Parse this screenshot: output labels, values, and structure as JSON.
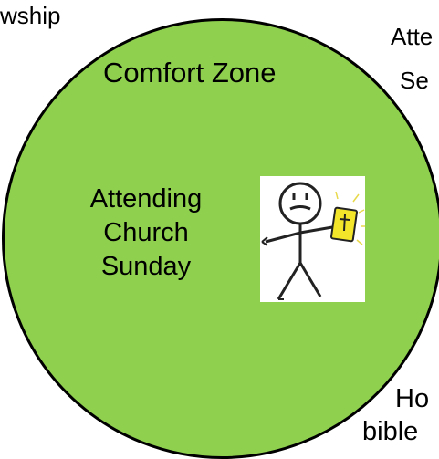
{
  "labels": {
    "fellowship_fragment": "wship",
    "comfort_zone": "Comfort Zone",
    "attending_fragment": "Atte",
    "serving_fragment": "Se",
    "center_lines": [
      "Attending",
      "Church",
      "Sunday"
    ],
    "ho_fragment": "Ho",
    "bible_fragment": "bible"
  },
  "colors": {
    "circle_fill": "#8fd14f",
    "circle_stroke": "#000000",
    "bible_fill": "#f2e52a"
  },
  "icons": {
    "figure": "stick-figure-holding-bible-icon"
  }
}
